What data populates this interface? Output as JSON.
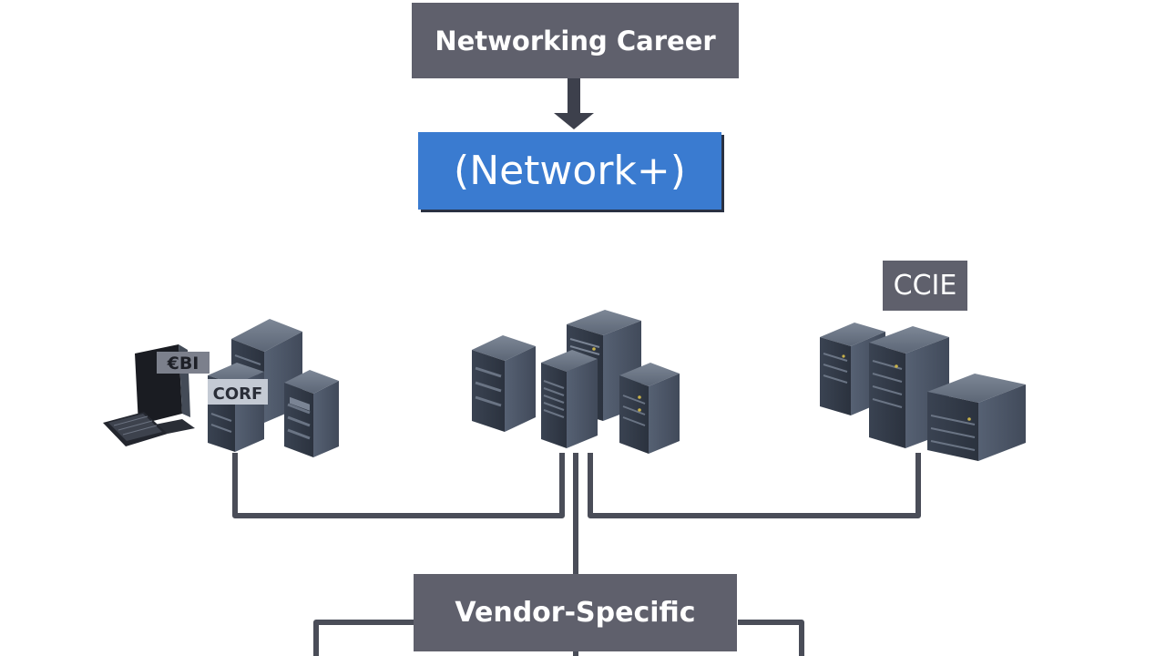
{
  "diagram": {
    "title": "Networking Career",
    "certification_box": "(Network+)",
    "ccie_label": "CCIE",
    "vendor_box": "Vendor-Specific",
    "left_cluster_labels": [
      "€BI",
      "CORF"
    ]
  },
  "colors": {
    "box_gray": "#5f606c",
    "box_blue": "#3a7bd0",
    "connector": "#4a4d58",
    "server_body": "#4a5566",
    "server_front": "#3a4352"
  }
}
